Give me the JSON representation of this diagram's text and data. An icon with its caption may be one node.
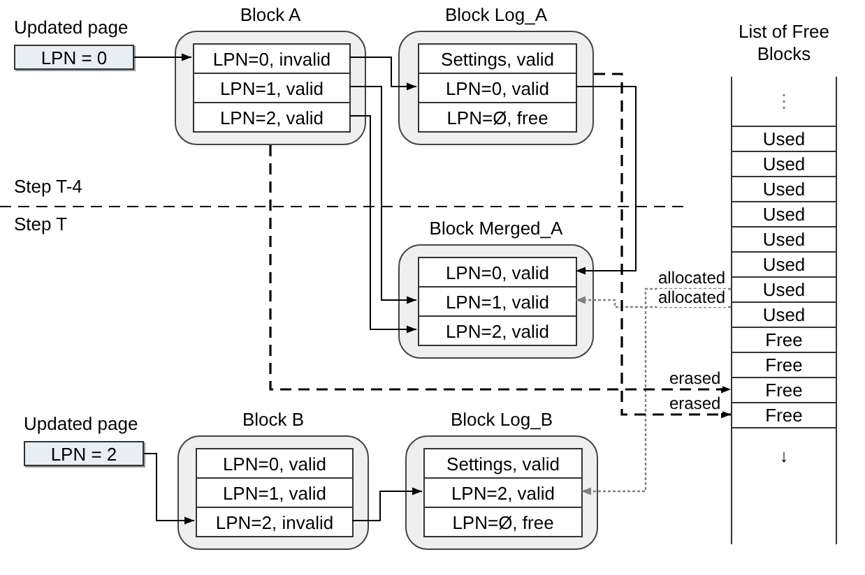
{
  "diagram": {
    "nodes": [
      {
        "text": [
          "LPN = 0"
        ],
        "beside": [
          "Updated page"
        ]
      },
      {
        "text": [
          "Block A"
        ]
      },
      {
        "text": [
          "LPN=0, invalid"
        ],
        "in": 1
      },
      {
        "text": [
          "LPN=1, valid"
        ],
        "in": 1
      },
      {
        "text": [
          "LPN=2, valid"
        ],
        "in": 1
      },
      {
        "text": [
          "Block Log_A"
        ]
      },
      {
        "text": [
          "Settings, valid"
        ],
        "in": 5
      },
      {
        "text": [
          "LPN=0, valid"
        ],
        "in": 5
      },
      {
        "text": [
          "LPN=Ø, free"
        ],
        "in": 5
      },
      {
        "text": [
          "Block Merged_A"
        ]
      },
      {
        "text": [
          "LPN=0, valid"
        ],
        "in": 9
      },
      {
        "text": [
          "LPN=1, valid"
        ],
        "in": 9
      },
      {
        "text": [
          "LPN=2, valid"
        ],
        "in": 9
      },
      {
        "text": [
          "List of Free Blocks"
        ]
      },
      {
        "text": [
          "⋮"
        ],
        "in": 13
      },
      {
        "text": [
          "Used"
        ],
        "in": 13
      },
      {
        "text": [
          "Used"
        ],
        "in": 13
      },
      {
        "text": [
          "Used"
        ],
        "in": 13
      },
      {
        "text": [
          "Used"
        ],
        "in": 13
      },
      {
        "text": [
          "Used"
        ],
        "in": 13
      },
      {
        "text": [
          "Used"
        ],
        "in": 13
      },
      {
        "text": [
          "Used"
        ],
        "in": 13
      },
      {
        "text": [
          "Used"
        ],
        "in": 13
      },
      {
        "text": [
          "Free"
        ],
        "in": 13
      },
      {
        "text": [
          "Free"
        ],
        "in": 13
      },
      {
        "text": [
          "Free"
        ],
        "in": 13
      },
      {
        "text": [
          "Free"
        ],
        "in": 13
      },
      {
        "text": [
          "↓"
        ],
        "in": 13
      },
      {
        "text": [
          "LPN = 2"
        ],
        "beside": [
          "Updated page"
        ]
      },
      {
        "text": [
          "Block B"
        ]
      },
      {
        "text": [
          "LPN=0, valid"
        ],
        "in": 29
      },
      {
        "text": [
          "LPN=1, valid"
        ],
        "in": 29
      },
      {
        "text": [
          "LPN=2, invalid"
        ],
        "in": 29
      },
      {
        "text": [
          "Block Log_B"
        ]
      },
      {
        "text": [
          "Settings, valid"
        ],
        "in": 33
      },
      {
        "text": [
          "LPN=2, valid"
        ],
        "in": 33
      },
      {
        "text": [
          "LPN=Ø, free"
        ],
        "in": 33
      }
    ],
    "edges": [
      {
        "from": 0,
        "to": 2,
        "arrow": "to"
      },
      {
        "from": 2,
        "to": 7,
        "arrow": "to"
      },
      {
        "from": 3,
        "to": 11,
        "arrow": "to"
      },
      {
        "from": 4,
        "to": 12,
        "arrow": "to"
      },
      {
        "from": 7,
        "to": 10,
        "arrow": "to"
      },
      {
        "from": 21,
        "to": 35,
        "arrow": "to",
        "label": "allocated",
        "style": "dashed",
        "color": "#808080"
      },
      {
        "from": 22,
        "to": 11,
        "arrow": "to",
        "label": "allocated",
        "style": "dashed",
        "color": "#808080"
      },
      {
        "from": 1,
        "to": 25,
        "arrow": "to",
        "label": "erased",
        "style": "dashed"
      },
      {
        "from": 5,
        "to": 26,
        "arrow": "to",
        "label": "erased",
        "style": "dashed"
      },
      {
        "from": 28,
        "to": 32,
        "arrow": "to"
      },
      {
        "from": 32,
        "to": 35,
        "arrow": "to"
      }
    ],
    "labels": [
      "Step T-4",
      "Step T"
    ]
  }
}
